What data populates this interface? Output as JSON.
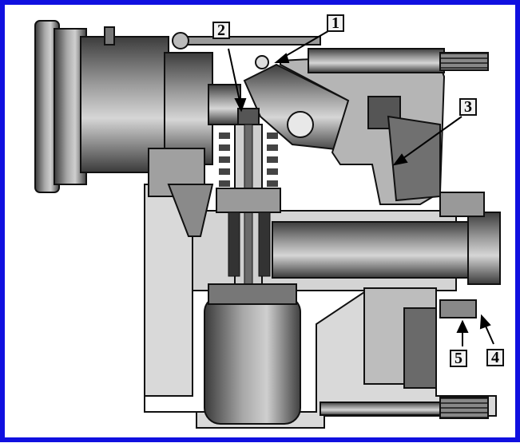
{
  "callouts": [
    {
      "label": "1"
    },
    {
      "label": "2"
    },
    {
      "label": "3"
    },
    {
      "label": "4"
    },
    {
      "label": "5"
    }
  ],
  "colors": {
    "frame": "#1010e0",
    "metal_dark": "#4a4a4a",
    "metal_mid": "#8c8c8c",
    "metal_light": "#c8c8c8",
    "outline": "#111111"
  }
}
